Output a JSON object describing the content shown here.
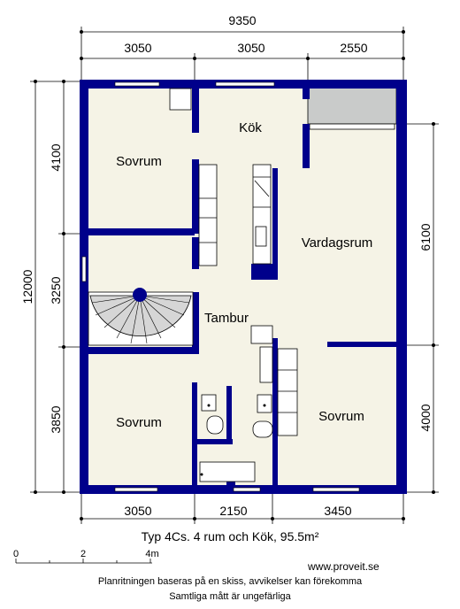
{
  "dimensions": {
    "top_total": "9350",
    "top_segments": [
      "3050",
      "3050",
      "2550"
    ],
    "bottom_segments": [
      "3050",
      "2150",
      "3450"
    ],
    "left_total": "12000",
    "left_segments": [
      "4100",
      "3250",
      "3850"
    ],
    "right_segments": [
      "6100",
      "4000"
    ]
  },
  "rooms": {
    "kok": "Kök",
    "sovrum_top": "Sovrum",
    "vardagsrum": "Vardagsrum",
    "tambur": "Tambur",
    "sovrum_bottom_left": "Sovrum",
    "sovrum_bottom_right": "Sovrum"
  },
  "caption": {
    "title": "Typ 4Cs. 4 rum och Kök, 95.5m²",
    "website": "www.proveit.se",
    "note1": "Planritningen baseras på en skiss, avvikelser kan förekomma",
    "note2": "Samtliga mått är ungefärliga"
  },
  "scale": {
    "labels": [
      "0",
      "2",
      "4m"
    ]
  },
  "colors": {
    "wall": "#00008b",
    "floor": "#f5f3e6",
    "balcony": "#c9cbca",
    "line": "#000000"
  }
}
